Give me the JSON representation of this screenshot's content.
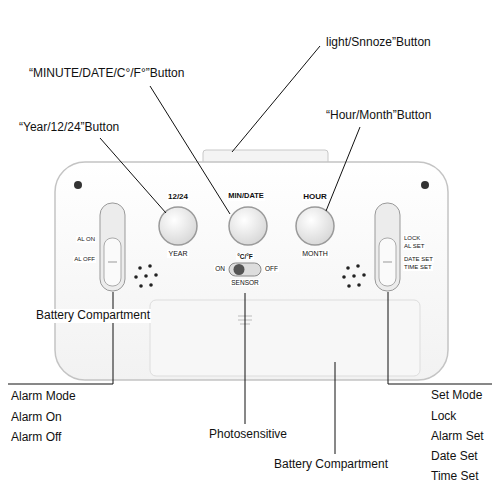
{
  "diagram": {
    "labels": [
      "light/Snnoze”Button",
      "“MINUTE/DATE/C°/F°”Button",
      "“Year/12/24”Button",
      "“Hour/Month”Button",
      "12/24",
      "MIN/DATE",
      "HOUR",
      "AL ON",
      "AL OFF",
      "YEAR",
      "MONTH",
      "LOCK",
      "AL SET",
      "DATE SET",
      "TIME SET",
      "°C/°F",
      "ON",
      "OFF",
      "SENSOR",
      "Battery Compartment",
      "Alarm Mode",
      "Alarm On",
      "Alarm Off",
      "Set Mode",
      "Lock",
      "Alarm Set",
      "Date Set",
      "Time Set",
      "Photosensitive",
      "Battery Compartment"
    ]
  }
}
